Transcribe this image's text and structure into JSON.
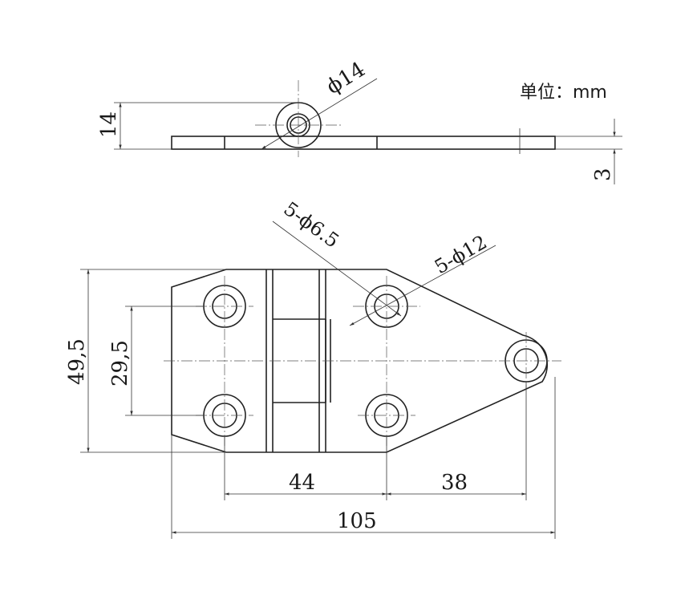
{
  "unit_label": "单位：mm",
  "dimensions": {
    "side_height": "14",
    "pin_diameter": "ϕ14",
    "plate_thickness": "3",
    "overall_height": "49,5",
    "hole_spacing_vertical": "29,5",
    "small_holes": "5-ϕ6.5",
    "large_holes": "5-ϕ12",
    "hole_spacing_44": "44",
    "hole_spacing_38": "38",
    "overall_length": "105"
  },
  "colors": {
    "line": "#222222",
    "background": "#ffffff"
  }
}
